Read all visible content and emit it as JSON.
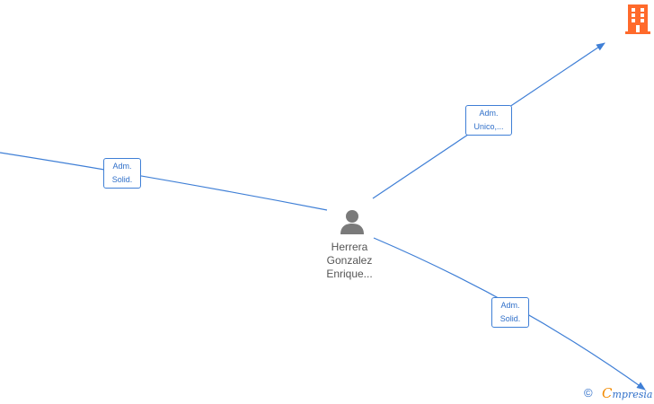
{
  "colors": {
    "edge": "#3f7fd6",
    "label_text": "#2f6fc9",
    "person_icon": "#7a7a7a",
    "company_icon": "#ff6a2b"
  },
  "person": {
    "icon": "person-icon",
    "name_lines": [
      "Herrera",
      "Gonzalez",
      "Enrique..."
    ]
  },
  "company": {
    "icon": "building-icon"
  },
  "edges": [
    {
      "label_lines": [
        "Adm.",
        "Solid."
      ]
    },
    {
      "label_lines": [
        "Adm.",
        "Unico,..."
      ]
    },
    {
      "label_lines": [
        "Adm.",
        "Solid."
      ]
    }
  ],
  "footer": {
    "copyright_symbol": "©",
    "brand_first": "C",
    "brand_rest": "mpresia"
  }
}
